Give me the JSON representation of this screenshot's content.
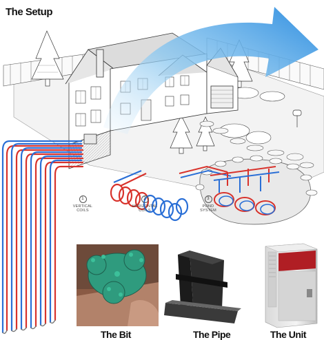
{
  "titles": {
    "setup": "The Setup",
    "bit": "The Bit",
    "pipe": "The Pipe",
    "unit": "The Unit"
  },
  "callouts": [
    {
      "number": "1",
      "line1": "VERTICAL",
      "line2": "COILS"
    },
    {
      "number": "2",
      "line1": "HORIZONTAL",
      "line2": "COILS"
    },
    {
      "number": "3",
      "line1": "POND",
      "line2": "SYSTEM"
    }
  ],
  "colors": {
    "supply_pipe": "#2a6fd6",
    "return_pipe": "#d8322b",
    "arrow": "#3aa0e8",
    "bit_green": "#2f9b7e",
    "unit_accent": "#b01e24",
    "line_art": "#333333"
  },
  "icons": {
    "heat_flow": "curved-arrow-icon",
    "house": "house-illustration",
    "mailbox": "mailbox-icon"
  }
}
